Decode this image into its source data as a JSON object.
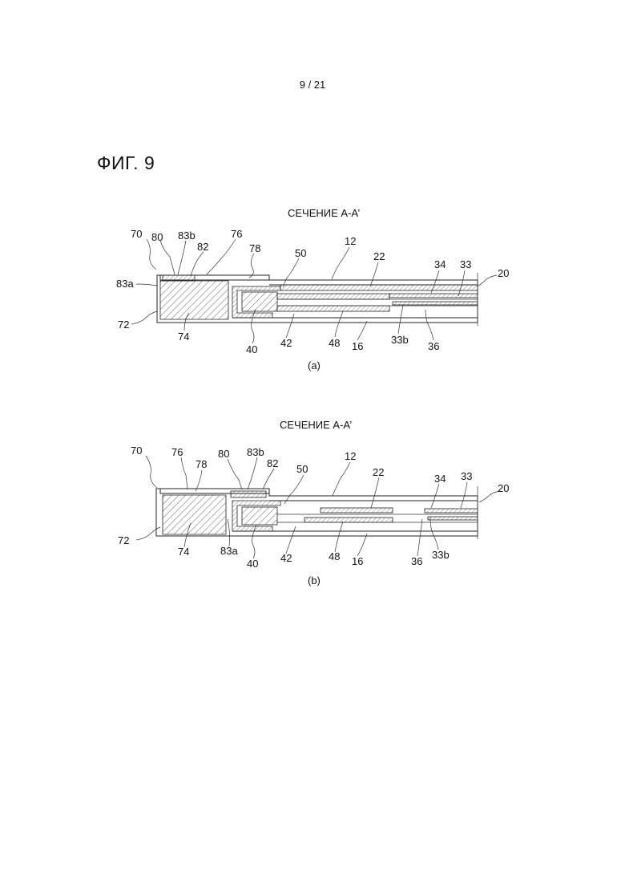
{
  "page_number": "9 / 21",
  "figure_title": "ФИГ. 9",
  "panel_a": {
    "section_title": "СЕЧЕНИЕ А-А’",
    "caption": "(a)",
    "refs": [
      "70",
      "80",
      "83b",
      "76",
      "82",
      "78",
      "50",
      "12",
      "22",
      "34",
      "33",
      "20",
      "83a",
      "72",
      "74",
      "40",
      "42",
      "48",
      "16",
      "33b",
      "36"
    ]
  },
  "panel_b": {
    "section_title": "СЕЧЕНИЕ А-А’",
    "caption": "(b)",
    "refs": [
      "70",
      "76",
      "78",
      "80",
      "83b",
      "82",
      "50",
      "12",
      "22",
      "34",
      "33",
      "20",
      "72",
      "74",
      "83a",
      "40",
      "42",
      "48",
      "16",
      "36",
      "33b"
    ]
  }
}
